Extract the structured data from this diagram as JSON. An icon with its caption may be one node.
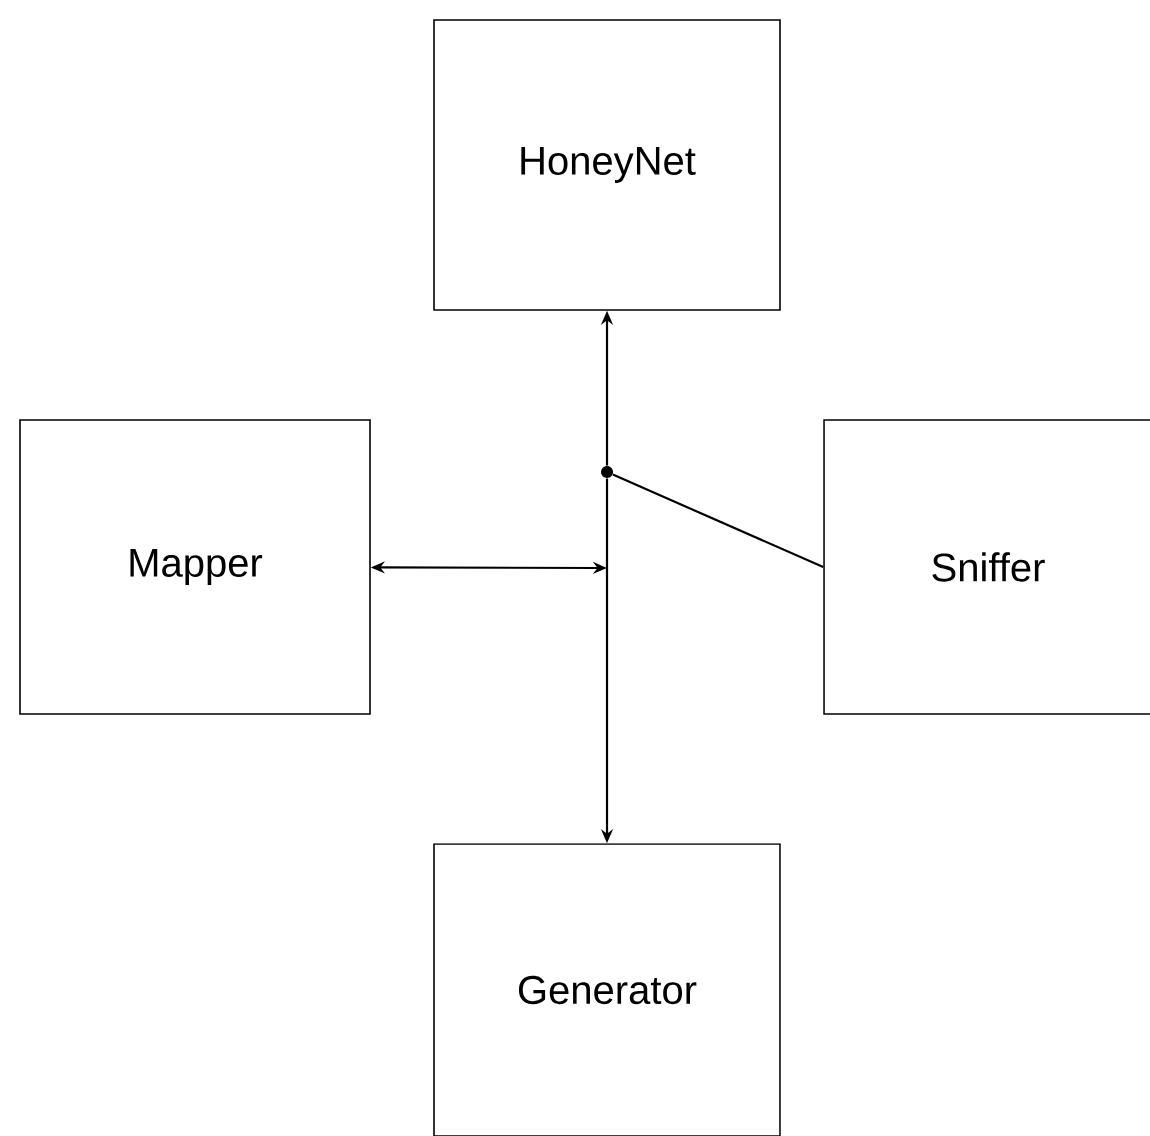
{
  "diagram": {
    "nodes": [
      {
        "text": [
          "HoneyNet"
        ]
      },
      {
        "text": [
          "Mapper"
        ]
      },
      {
        "text": [
          "Sniffer"
        ]
      },
      {
        "text": [
          "Generator"
        ]
      },
      {
        "text": [],
        "shape": "circle"
      }
    ],
    "edges": [
      {
        "from": 4,
        "to": 0,
        "arrow": "to"
      },
      {
        "from": 4,
        "to": 3,
        "arrow": "to"
      },
      {
        "from": 2,
        "to": 4,
        "arrow": "none"
      },
      {
        "from": 1,
        "to": null,
        "arrow": "both"
      }
    ]
  }
}
